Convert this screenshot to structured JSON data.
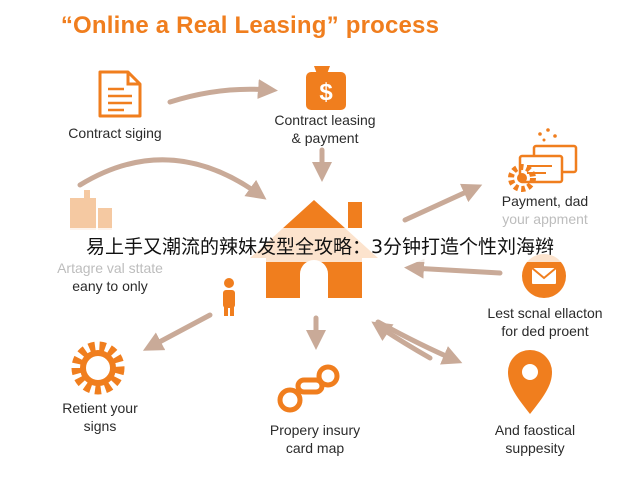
{
  "title": "“Online a Real Leasing” process",
  "overlay_text": "易上手又潮流的辣妹发型全攻略：3分钟打造个性刘海辫",
  "colors": {
    "accent": "#f07e1e",
    "arrow": "#c9aa98",
    "text": "#2b2b2b"
  },
  "nodes": {
    "contract_signing": {
      "icon": "document-icon",
      "lines": [
        "Contract siging"
      ]
    },
    "contract_leasing": {
      "icon": "dollar-bag-icon",
      "lines": [
        "Contract leasing",
        "& payment"
      ]
    },
    "payment": {
      "icon": "gear-documents-icon",
      "lines": [
        "Payment, dad",
        "your appment"
      ]
    },
    "artagre": {
      "icon": "building-icon",
      "lines": [
        "Artagre val sttate",
        "eany to only"
      ]
    },
    "center": {
      "icon": "house-icon"
    },
    "lest": {
      "icon": "envelope-icon",
      "lines": [
        "Lest scnal ellacton",
        "for ded proent"
      ]
    },
    "retient": {
      "icon": "gear-icon",
      "lines": [
        "Retient your",
        "signs"
      ]
    },
    "propery": {
      "icon": "chain-link-icon",
      "lines": [
        "Propery insury",
        "card map"
      ]
    },
    "faostical": {
      "icon": "map-pin-icon",
      "lines": [
        "And faostical",
        "suppesity"
      ]
    }
  }
}
